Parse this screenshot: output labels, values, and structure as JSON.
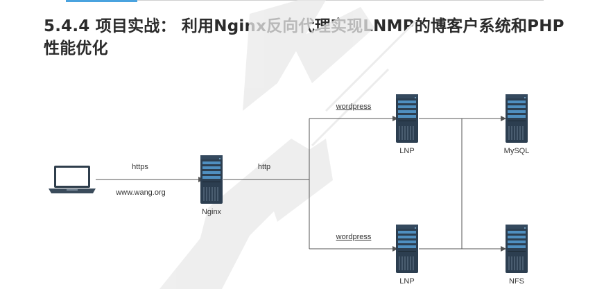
{
  "title": "5.4.4 项目实战： 利用Nginx反向代理实现LNMP的博客户系统和PHP性能优化",
  "diagram": {
    "client": {
      "url": "www.wang.org",
      "protocol": "https",
      "icon": "laptop-icon"
    },
    "proxy": {
      "label": "Nginx",
      "protocol_out": "http",
      "icon": "server-icon"
    },
    "upstreams": [
      {
        "label": "LNP",
        "app": "wordpress",
        "icon": "server-icon"
      },
      {
        "label": "LNP",
        "app": "wordpress",
        "icon": "server-icon"
      }
    ],
    "database": {
      "label": "MySQL",
      "icon": "server-icon"
    },
    "storage": {
      "label": "NFS",
      "icon": "server-icon"
    }
  }
}
